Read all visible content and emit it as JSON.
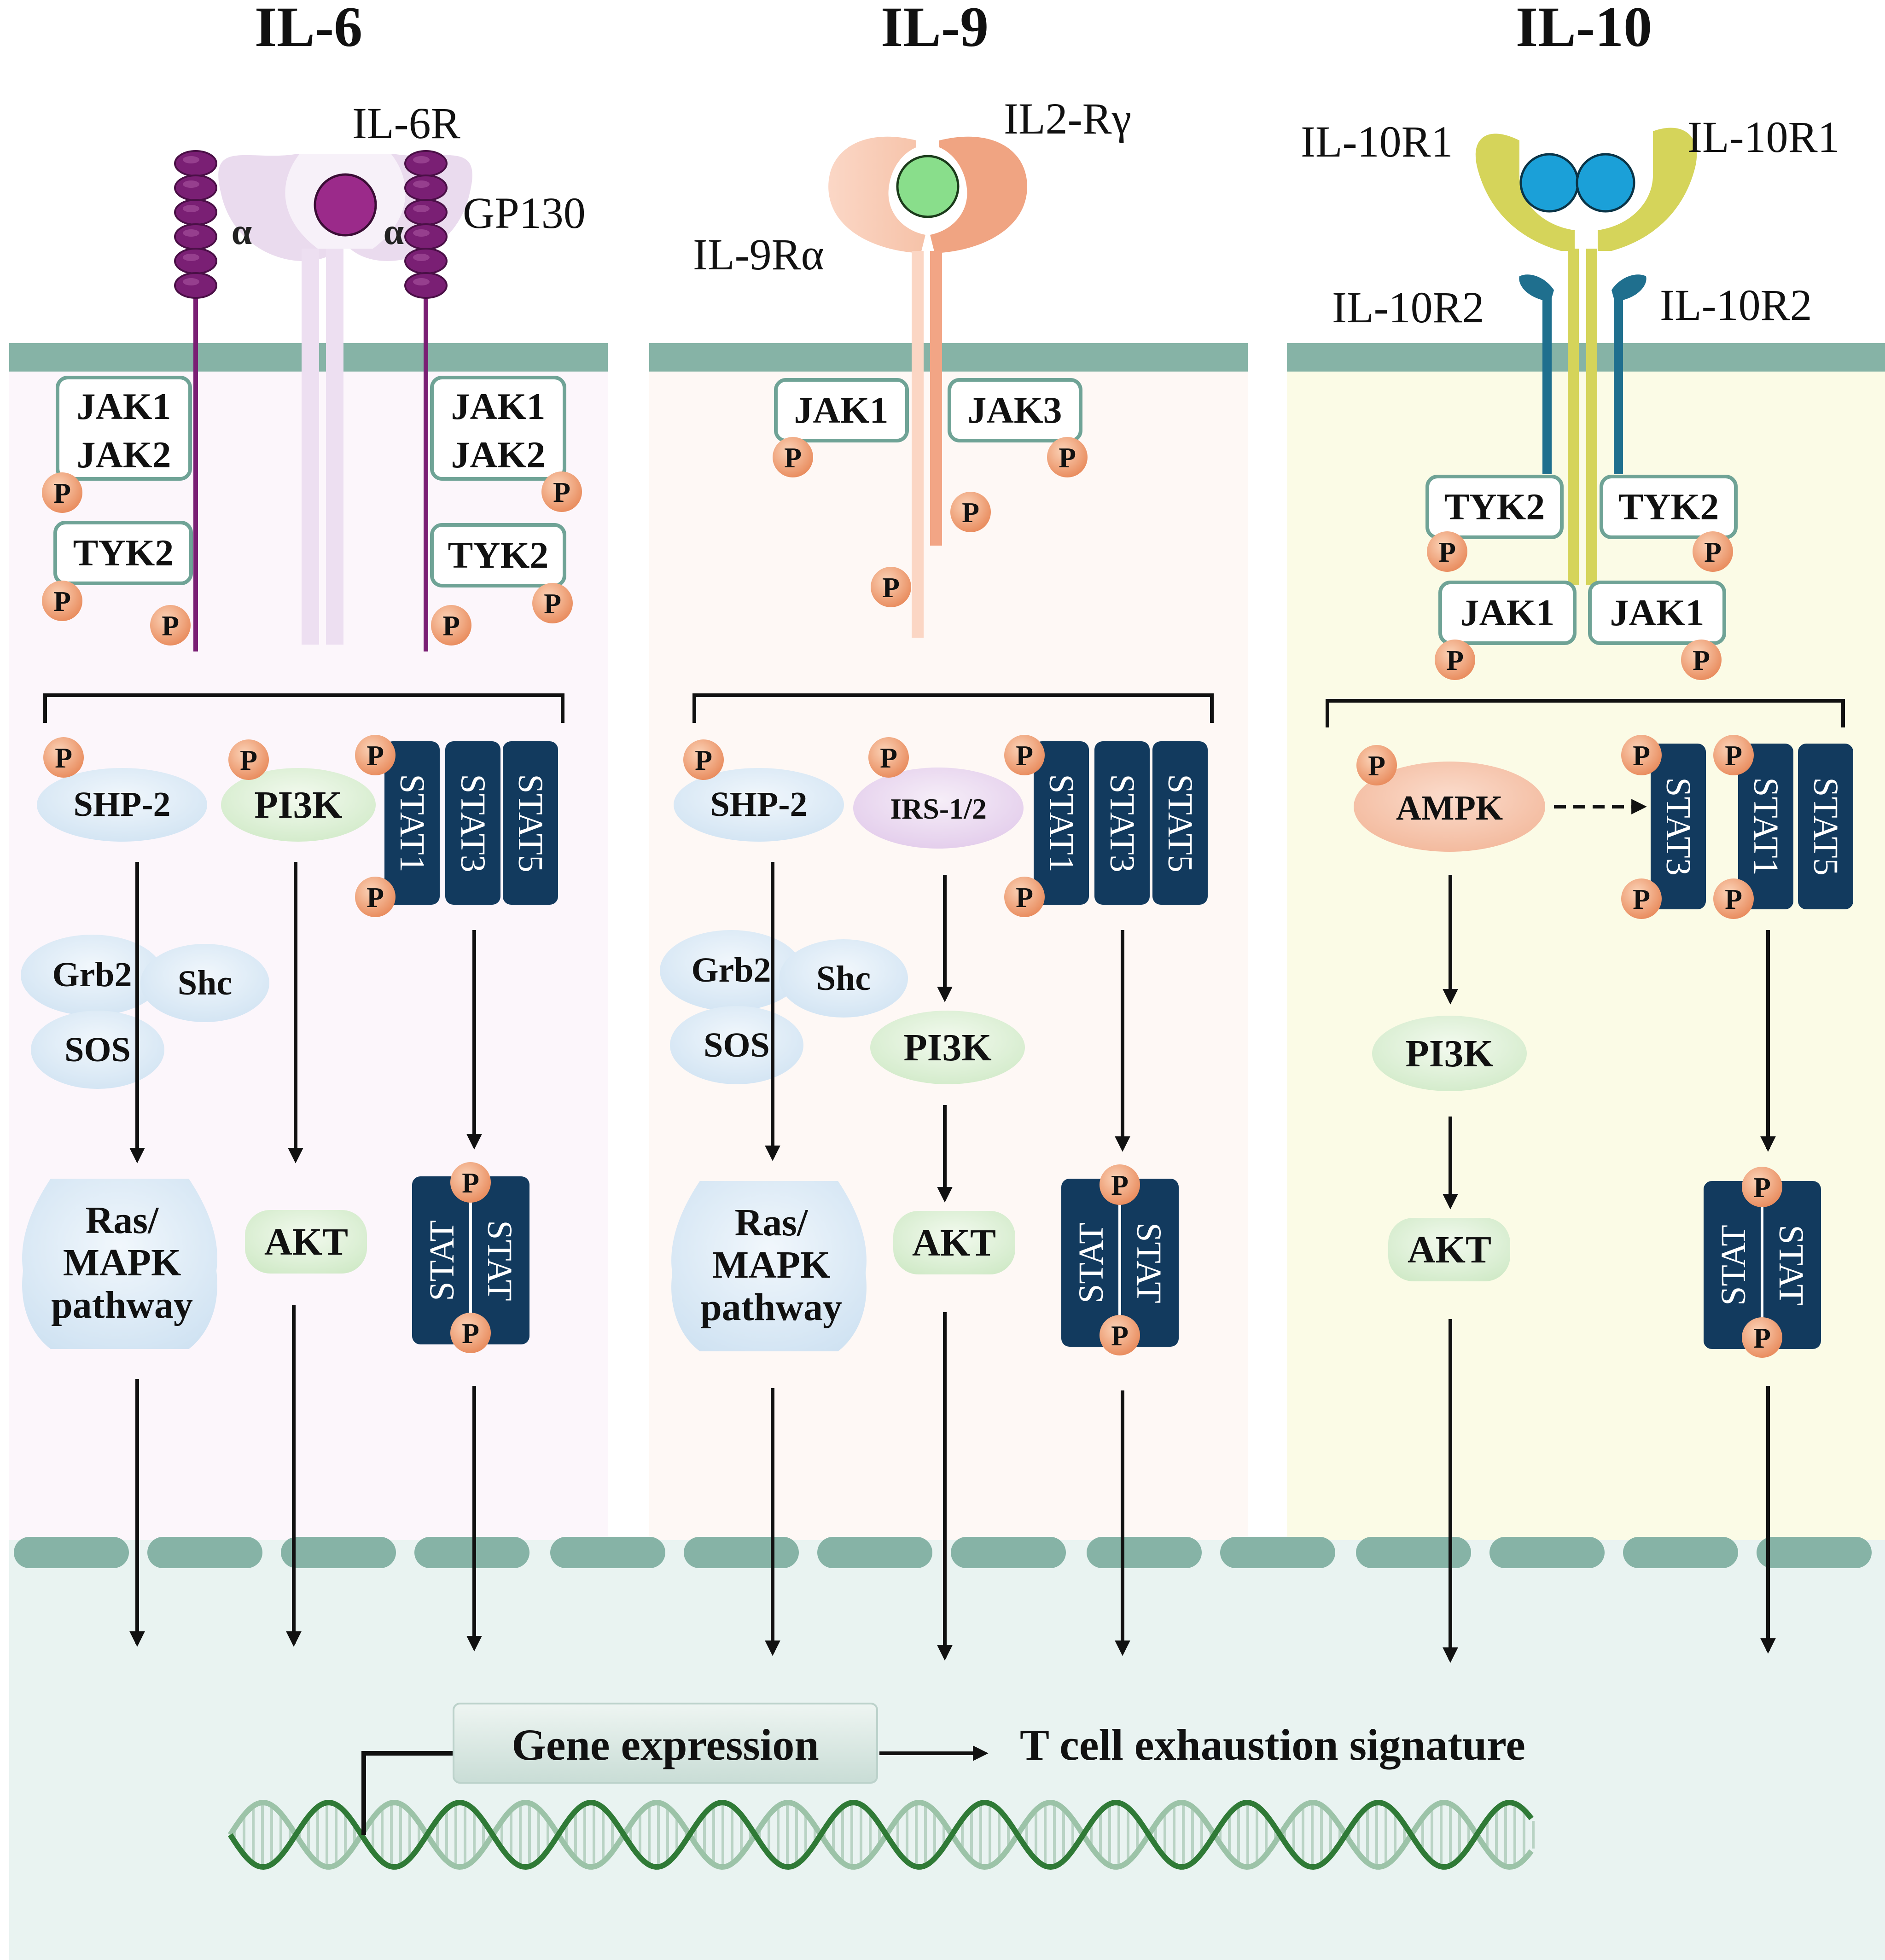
{
  "panels": [
    {
      "title": "IL-6"
    },
    {
      "title": "IL-9"
    },
    {
      "title": "IL-10"
    }
  ],
  "il6": {
    "receptor": "IL-6R",
    "coreceptor": "GP130",
    "alpha": "α",
    "jak_a": "JAK1",
    "jak_b": "JAK2",
    "tyk": "TYK2",
    "shp": "SHP-2",
    "grb": "Grb2",
    "shc": "Shc",
    "sos": "SOS",
    "pi3k": "PI3K",
    "akt": "AKT",
    "stat1": "STAT1",
    "stat3": "STAT3",
    "stat5": "STAT5",
    "stat": "STAT",
    "ras1": "Ras/",
    "ras2": "MAPK",
    "ras3": "pathway"
  },
  "il9": {
    "receptor_gamma": "IL2-Rγ",
    "receptor_alpha": "IL-9Rα",
    "jak1": "JAK1",
    "jak3": "JAK3",
    "shp": "SHP-2",
    "irs": "IRS-1/2",
    "grb": "Grb2",
    "shc": "Shc",
    "sos": "SOS",
    "pi3k": "PI3K",
    "akt": "AKT",
    "stat1": "STAT1",
    "stat3": "STAT3",
    "stat5": "STAT5",
    "stat": "STAT",
    "ras1": "Ras/",
    "ras2": "MAPK",
    "ras3": "pathway"
  },
  "il10": {
    "r1_left": "IL-10R1",
    "r1_right": "IL-10R1",
    "r2_left": "IL-10R2",
    "r2_right": "IL-10R2",
    "tyk": "TYK2",
    "jak": "JAK1",
    "ampk": "AMPK",
    "pi3k": "PI3K",
    "akt": "AKT",
    "stat3": "STAT3",
    "stat1": "STAT1",
    "stat5": "STAT5",
    "stat": "STAT"
  },
  "phospho": "P",
  "gene_expression": "Gene expression",
  "outcome": "T cell exhaustion signature",
  "colors": {
    "membrane": "#86b3a6",
    "il6_bg": "#fcf6fb",
    "il9_bg": "#fef8f5",
    "il10_bg": "#fbfbe6",
    "nucleus": "#e9f3f1",
    "stat_box": "#123a5e",
    "p_circle": "#f0a177",
    "il6_receptor": "#7a1f74",
    "il9_receptor": "#f2a585",
    "il10_receptor": "#d5d45a",
    "il10_r2": "#1f6f8e"
  }
}
